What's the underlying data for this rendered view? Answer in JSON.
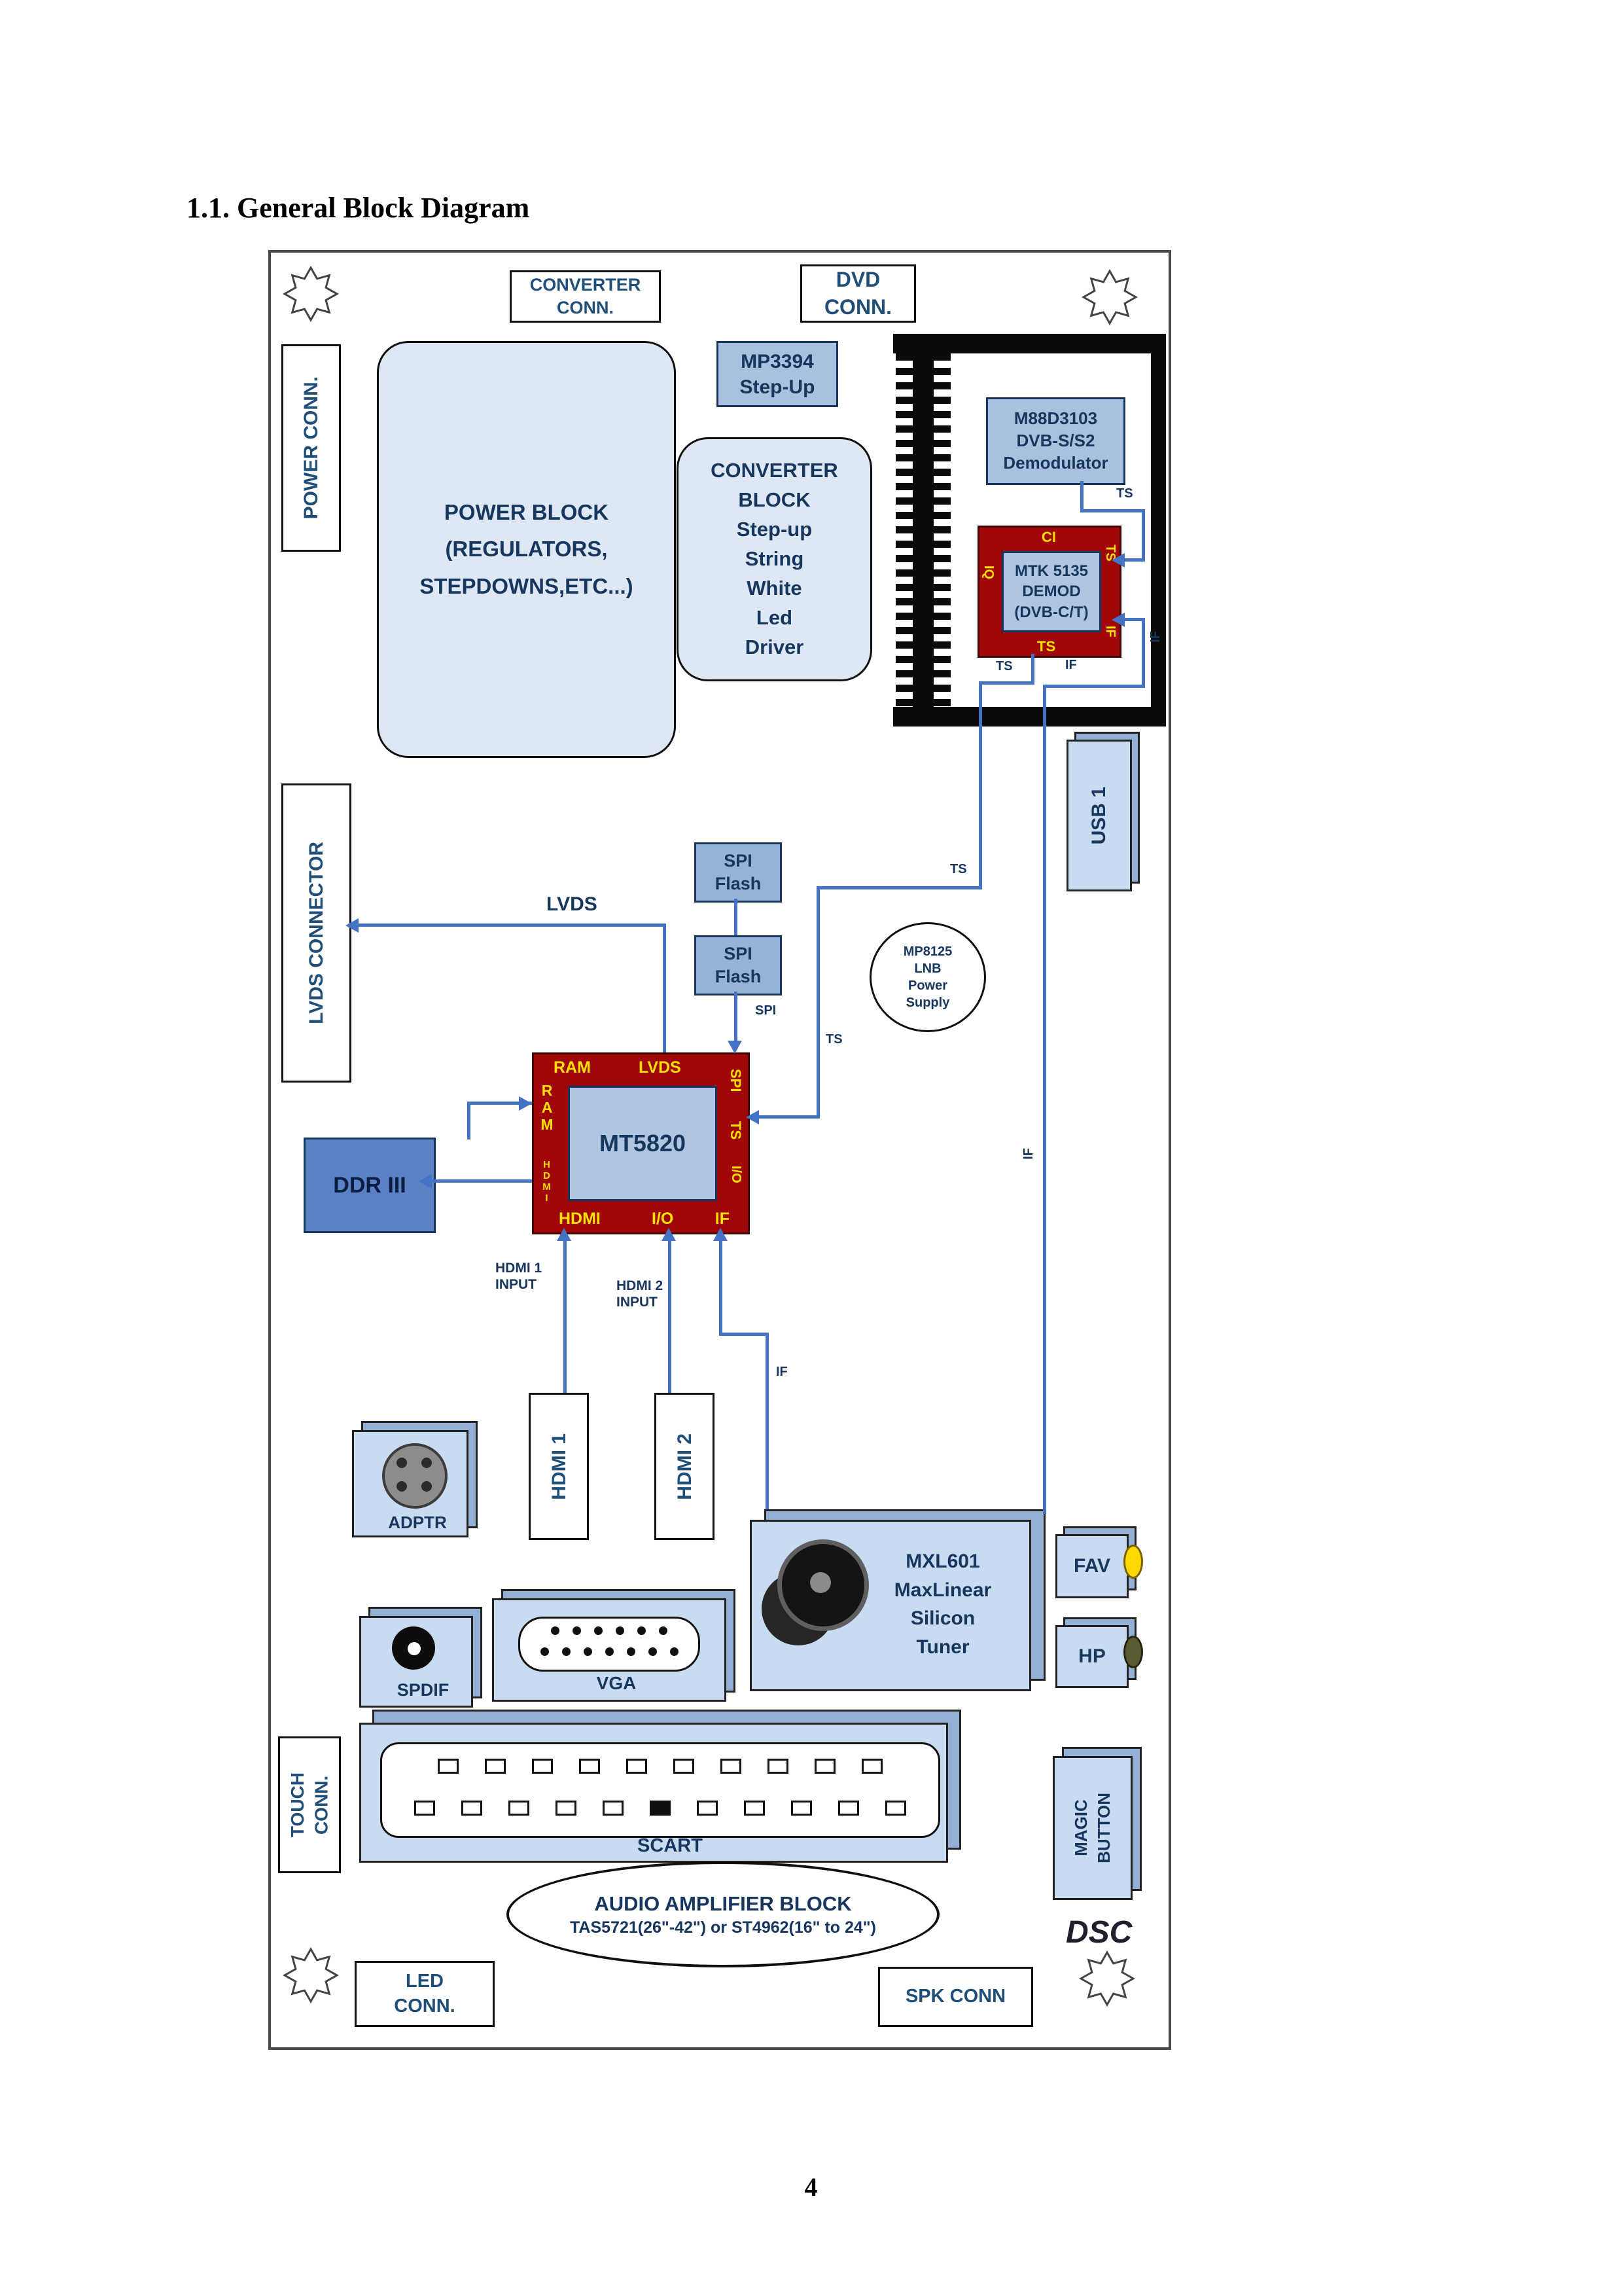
{
  "page": {
    "heading": "1.1. General Block Diagram",
    "page_number": "4"
  },
  "blocks": {
    "converter_conn": "CONVERTER\nCONN.",
    "dvd_conn": "DVD\nCONN.",
    "power_conn": "POWER CONN.",
    "power_block": "POWER BLOCK\n(REGULATORS,\nSTEPDOWNS,ETC...)",
    "mp3394": "MP3394\nStep-Up",
    "converter_block": "CONVERTER\nBLOCK\nStep-up\nString\nWhite\nLed\nDriver",
    "m88d3103": "M88D3103\nDVB-S/S2\nDemodulator",
    "mtk5135": {
      "name": "MTK 5135\nDEMOD\n(DVB-C/T)",
      "pin_ci": "CI",
      "pin_iq": "IQ",
      "pin_ts_right": "TS",
      "pin_if_right": "IF",
      "pin_ts_bottom": "TS"
    },
    "usb1": "USB 1",
    "lvds_connector": "LVDS CONNECTOR",
    "spi_flash": "SPI\nFlash",
    "mp8125": "MP8125\nLNB\nPower\nSupply",
    "mt5820": {
      "name": "MT5820",
      "pin_ram_top": "RAM",
      "pin_lvds_top": "LVDS",
      "pin_ram_left": "RAM",
      "pin_hdmi_left": "HDMI",
      "pin_spi_right": "SPI",
      "pin_ts_right": "TS",
      "pin_io_right": "I/O",
      "pin_hdmi_bottom": "HDMI",
      "pin_io_bottom": "I/O",
      "pin_if_bottom": "IF"
    },
    "ddr3": "DDR III",
    "hdmi1_input": "HDMI 1\nINPUT",
    "hdmi2_input": "HDMI 2\nINPUT",
    "hdmi1": "HDMI 1",
    "hdmi2": "HDMI 2",
    "adptr": "ADPTR",
    "mxl601": "MXL601\nMaxLinear\nSilicon\nTuner",
    "fav": "FAV",
    "hp": "HP",
    "spdif": "SPDIF",
    "vga": "VGA",
    "touch_conn": "TOUCH\nCONN.",
    "scart": "SCART",
    "magic_button": "MAGIC\nBUTTON",
    "audio_amp_line1": "AUDIO AMPLIFIER BLOCK",
    "audio_amp_line2": "TAS5721(26\"-42\") or ST4962(16\" to 24\")",
    "dsc": "DSC",
    "led_conn": "LED\nCONN.",
    "spk_conn": "SPK CONN"
  },
  "signals": {
    "lvds": "LVDS",
    "spi": "SPI",
    "ts": "TS",
    "if": "IF"
  },
  "colors": {
    "line_blue": "#4472c4",
    "chip_red": "#a00808",
    "pin_yellow": "#ffe100",
    "label_navy": "#17365d",
    "connector_blue": "#1f4e79",
    "fill_light": "#dee8f4",
    "fill_3d": "#c9dbf1",
    "fill_medium": "#a9c1df",
    "ddr_blue": "#5b82c6"
  }
}
